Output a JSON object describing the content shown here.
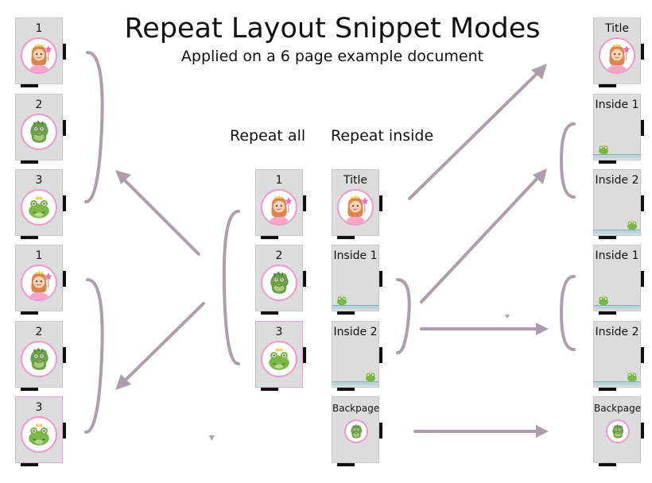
{
  "title": "Repeat Layout Snippet Modes",
  "subtitle": "Applied on a 6 page example document",
  "columns": {
    "repeat_all": "Repeat all",
    "repeat_inside": "Repeat inside"
  },
  "colors": {
    "arrow": "#ae9dab",
    "page": "#dcdcdc",
    "tab": "#111111",
    "avatar_ring": "#ec9ac7"
  },
  "pages": {
    "left": [
      {
        "label": "1",
        "art": "princess"
      },
      {
        "label": "2",
        "art": "dragon"
      },
      {
        "label": "3",
        "art": "frog"
      },
      {
        "label": "1",
        "art": "princess"
      },
      {
        "label": "2",
        "art": "dragon"
      },
      {
        "label": "3",
        "art": "frog"
      }
    ],
    "repeat_all": [
      {
        "label": "1",
        "art": "princess"
      },
      {
        "label": "2",
        "art": "dragon"
      },
      {
        "label": "3",
        "art": "frog"
      }
    ],
    "repeat_inside": [
      {
        "label": "Title",
        "art": "princess"
      },
      {
        "label": "Inside 1",
        "art": "mini-frog"
      },
      {
        "label": "Inside 2",
        "art": "mini-frog"
      },
      {
        "label": "Backpage",
        "art": "dragon-small"
      }
    ],
    "right": [
      {
        "label": "Title",
        "art": "princess"
      },
      {
        "label": "Inside 1",
        "art": "mini-frog"
      },
      {
        "label": "Inside 2",
        "art": "mini-frog"
      },
      {
        "label": "Inside 1",
        "art": "mini-frog"
      },
      {
        "label": "Inside 2",
        "art": "mini-frog"
      },
      {
        "label": "Backpage",
        "art": "dragon-small"
      }
    ]
  }
}
